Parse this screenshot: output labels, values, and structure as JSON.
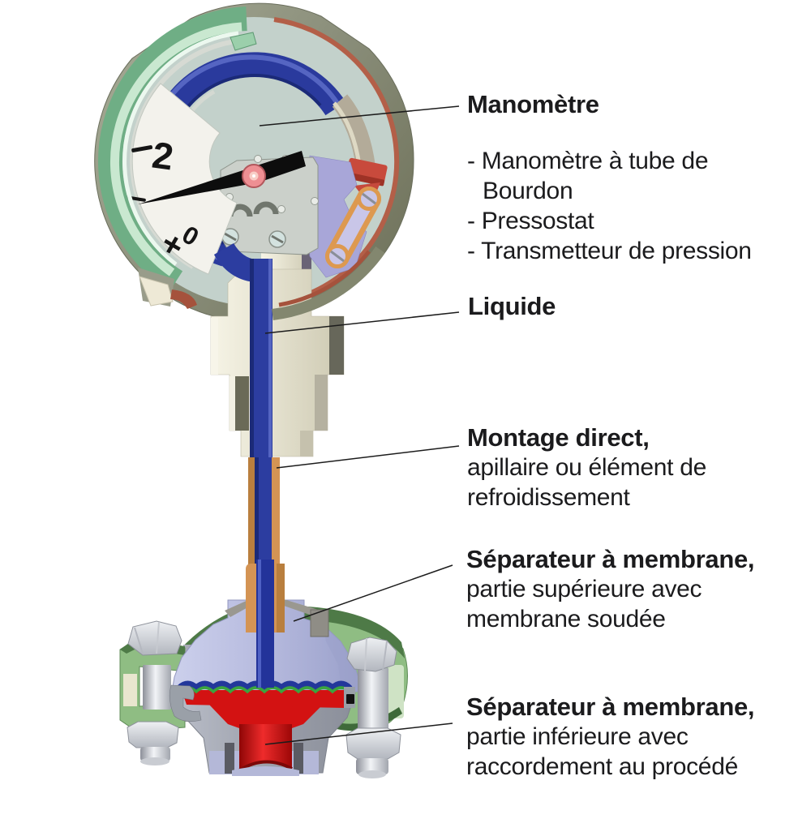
{
  "figure": {
    "dial": {
      "mark_high": "2",
      "mark_plus": "+",
      "mark_zero": "0"
    },
    "colors": {
      "case_olive": "#8b8f7b",
      "bezel_green": "#6fae85",
      "bourdon_blue": "#2a3a9d",
      "dial_white": "#f3f2ec",
      "needle_black": "#0d0d0d",
      "hub_pink": "#ee8f93",
      "movement_gray": "#cbd0ca",
      "linkage_orange": "#dd9950",
      "tube_red_band": "#c84a3c",
      "stem_cream": "#e9e6d6",
      "capillary_orange": "#d49454",
      "seal_lavender": "#b6bade",
      "flange_green": "#8fbd83",
      "flange_green_dark": "#4e7a47",
      "bolt_silver": "#d6d9dd",
      "membrane_green": "#3aa43f",
      "process_red": "#d31212",
      "lower_gray": "#9a9ea9",
      "leader_black": "#1c1c1c"
    }
  },
  "labels": {
    "manometre": {
      "title": "Manomètre",
      "items": [
        "- Manomètre à tube de",
        "Bourdon",
        "- Pressostat",
        "- Transmetteur de pression"
      ]
    },
    "liquide": {
      "title": "Liquide"
    },
    "montage": {
      "title": "Montage direct,",
      "line2": "apillaire ou élément de",
      "line3": "refroidissement"
    },
    "separateur_sup": {
      "title": "Séparateur à membrane,",
      "line2": "partie supérieure avec",
      "line3": "membrane soudée"
    },
    "separateur_inf": {
      "title": "Séparateur à membrane,",
      "line2": "partie inférieure avec",
      "line3": "raccordement au procédé"
    }
  }
}
